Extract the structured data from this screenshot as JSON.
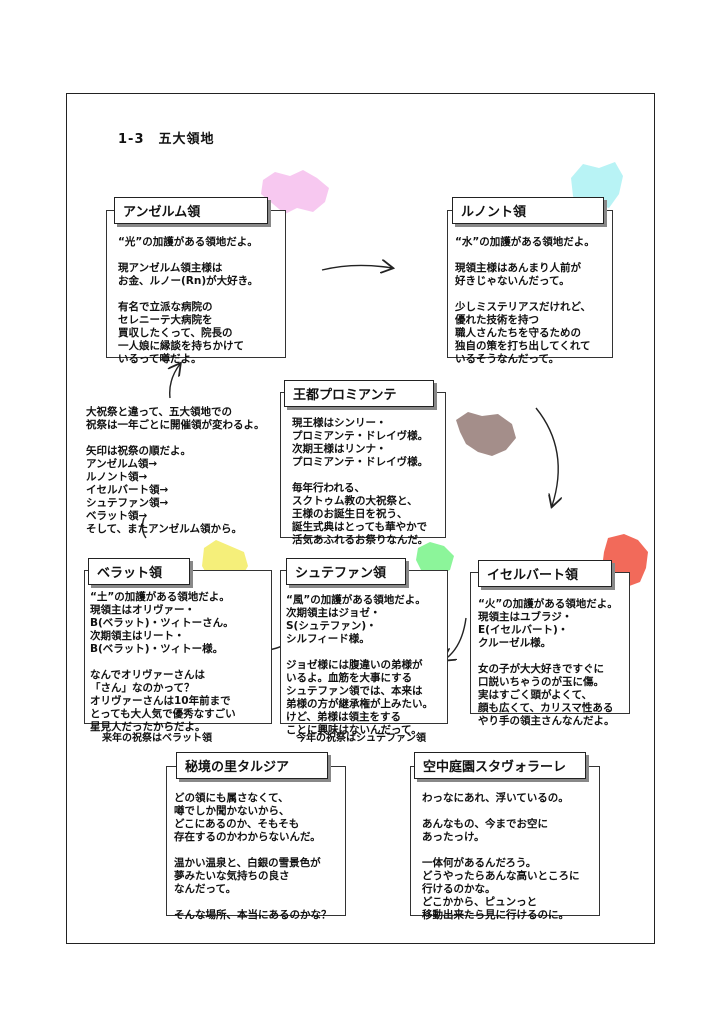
{
  "page": {
    "section_title": "1-3　五大領地"
  },
  "colors": {
    "anzerum": "#f7c8f0",
    "runont": "#b8f3f5",
    "oto": "#a48e8a",
    "iselbert": "#f26a5a",
    "shutefan": "#8cf59a",
    "berat": "#f5ef7a"
  },
  "regions": {
    "anzerum": {
      "name": "アンゼルム領",
      "text": "“光”の加護がある領地だよ。\n\n現アンゼルム領主様は\nお金、ルノー(Rn)が大好き。\n\n有名で立派な病院の\nセレニーテ大病院を\n買収したくって、院長の\n一人娘に縁談を持ちかけて\nいるって噂だよ。"
    },
    "runont": {
      "name": "ルノント領",
      "text": "“水”の加護がある領地だよ。\n\n現領主様はあんまり人前が\n好きじゃないんだって。\n\n少しミステリアスだけれど、\n優れた技術を持つ\n職人さんたちを守るための\n独自の策を打ち出してくれて\nいるそうなんだって。"
    },
    "oto": {
      "name": "王都プロミアンテ",
      "text": "現王様はシンリー・\nプロミアンテ・ドレイヴ様。\n次期王様はリンナ・\nプロミアンテ・ドレイヴ様。\n\n毎年行われる、\nスクトゥム教の大祝祭と、\n王様のお誕生日を祝う、\n誕生式典はとっても華やかで\n活気あふれるお祭りなんだ。"
    },
    "iselbert": {
      "name": "イセルバート領",
      "text": "“火”の加護がある領地だよ。\n現領主はユブラジ・\nE(イセルバート)・\nクルーゼル様。\n\n女の子が大大好きですぐに\n口説いちゃうのが玉に傷。\n実はすごく頭がよくて、\n顔も広くて、カリスマ性ある\nやり手の領主さんなんだよ。"
    },
    "shutefan": {
      "name": "シュテファン領",
      "text": "“風”の加護がある領地だよ。\n次期領主はジョゼ・\nS(シュテファン)・\nシルフィード様。\n\nジョゼ様には腹違いの弟様が\nいるよ。血筋を大事にする\nシュテファン領では、本来は\n弟様の方が継承権が上みたい。\nけど、弟様は領主をする\nことに興味はないんだって。",
      "caption": "今年の祝祭はシュテファン領"
    },
    "berat": {
      "name": "ベラット領",
      "text": "“土”の加護がある領地だよ。\n現領主はオリヴァー・\nB(ベラット)・ツィトーさん。\n次期領主はリート・\nB(ベラット)・ツィトー様。\n\nなんでオリヴァーさんは\n「さん」なのかって？\nオリヴァーさんは10年前まで\nとっても大人気で優秀なすごい\n星見人だったからだよ。",
      "caption": "来年の祝祭はベラット領"
    },
    "taruzia": {
      "name": "秘境の里タルジア",
      "text": "どの領にも属さなくて、\n噂でしか聞かないから、\nどこにあるのか、そもそも\n存在するのかわからないんだ。\n\n温かい温泉と、白銀の雪景色が\n夢みたいな気持ちの良さ\nなんだって。\n\nそんな場所、本当にあるのかな？"
    },
    "stavorare": {
      "name": "空中庭園スタヴォラーレ",
      "text": "わっなにあれ、浮いているの。\n\nあんなもの、今までお空に\nあったっけ。\n\n一体何があるんだろう。\nどうやったらあんな高いところに\n行けるのかな。\nどこかから、ピュンっと\n移動出来たら見に行けるのに。"
    }
  },
  "festival_note": "大祝祭と違って、五大領地での\n祝祭は一年ごとに開催領が変わるよ。\n\n矢印は祝祭の順だよ。\nアンゼルム領→\nルノント領→\nイセルバート領→\nシュテファン領→\nベラット領→\nそして、またアンゼルム領から。"
}
